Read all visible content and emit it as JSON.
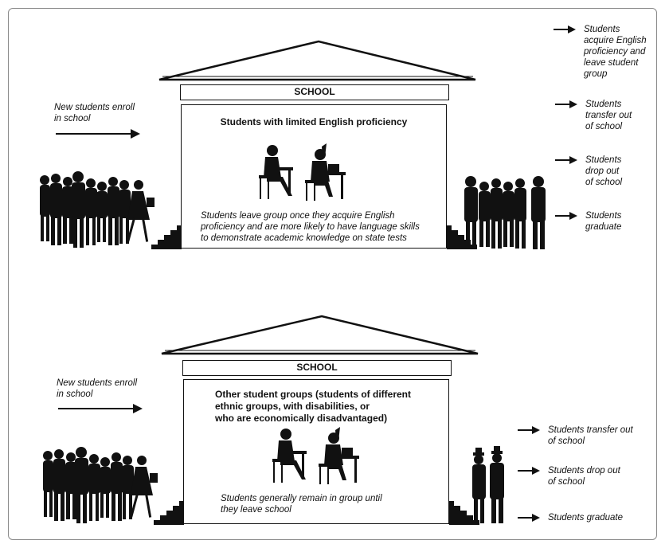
{
  "top": {
    "sign": "SCHOOL",
    "enroll": "New students enroll\nin school",
    "group_title": "Students with limited English proficiency",
    "note": "Students leave group once they acquire English\nproficiency and are more likely to have language skills\nto demonstrate academic knowledge on state tests",
    "exits": [
      "Students\nacquire English\nproficiency and\nleave student\ngroup",
      "Students\ntransfer out\nof school",
      "Students\ndrop out\nof school",
      "Students\ngraduate"
    ]
  },
  "bottom": {
    "sign": "SCHOOL",
    "enroll": "New students enroll\nin school",
    "group_title": "Other student groups (students of different\nethnic groups, with disabilities, or\nwho are economically disadvantaged)",
    "note": "Students generally remain in group until\nthey leave school",
    "exits": [
      "Students transfer out\nof school",
      "Students drop out\nof school",
      "Students graduate"
    ]
  }
}
